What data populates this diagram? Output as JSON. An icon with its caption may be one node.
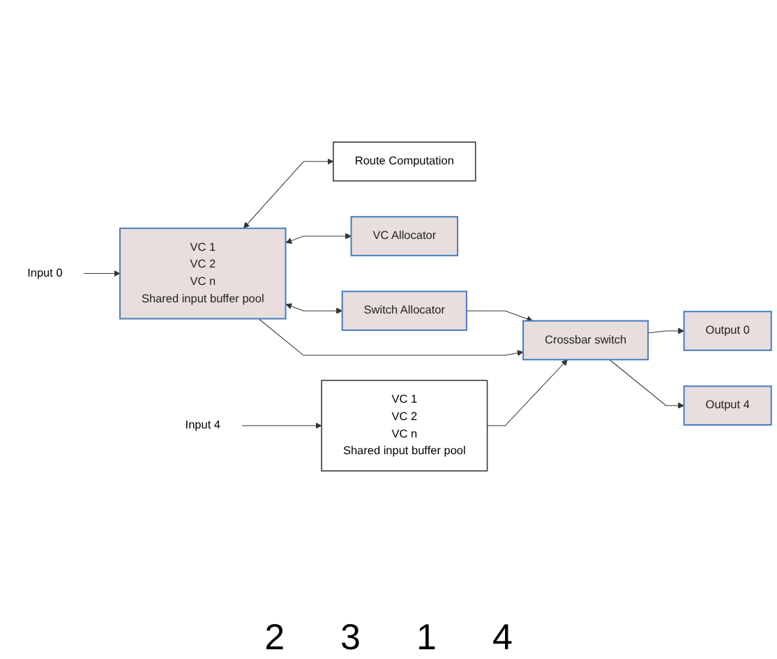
{
  "diagram": {
    "nodes": [
      {
        "text": [
          "Route Computation"
        ]
      },
      {
        "text": [
          "VC Allocator"
        ]
      },
      {
        "text": [
          "Switch Allocator"
        ]
      },
      {
        "text": [
          "Input 0"
        ]
      },
      {
        "text": [
          "VC 1",
          "VC 2",
          "VC n",
          "Shared input buffer pool"
        ]
      },
      {
        "text": [
          "Crossbar switch"
        ]
      },
      {
        "text": [
          "Output 0"
        ]
      },
      {
        "text": [
          "Output 4"
        ]
      },
      {
        "text": [
          "Input 4"
        ]
      },
      {
        "text": [
          "VC 1",
          "VC 2",
          "VC n",
          "Shared input buffer pool"
        ]
      }
    ],
    "edges": [
      {
        "from": 3,
        "to": 4,
        "arrow": "to"
      },
      {
        "from": 4,
        "to": 0,
        "arrow": "both"
      },
      {
        "from": 4,
        "to": 1,
        "arrow": "both"
      },
      {
        "from": 4,
        "to": 2,
        "arrow": "both"
      },
      {
        "from": 2,
        "to": 5,
        "arrow": "to"
      },
      {
        "from": 4,
        "to": 5,
        "arrow": "to"
      },
      {
        "from": 9,
        "to": 5,
        "arrow": "to"
      },
      {
        "from": 5,
        "to": 6,
        "arrow": "to"
      },
      {
        "from": 5,
        "to": 7,
        "arrow": "to"
      },
      {
        "from": 8,
        "to": 9,
        "arrow": "to"
      }
    ],
    "labels": [
      "2",
      "3",
      "1",
      "4"
    ]
  }
}
